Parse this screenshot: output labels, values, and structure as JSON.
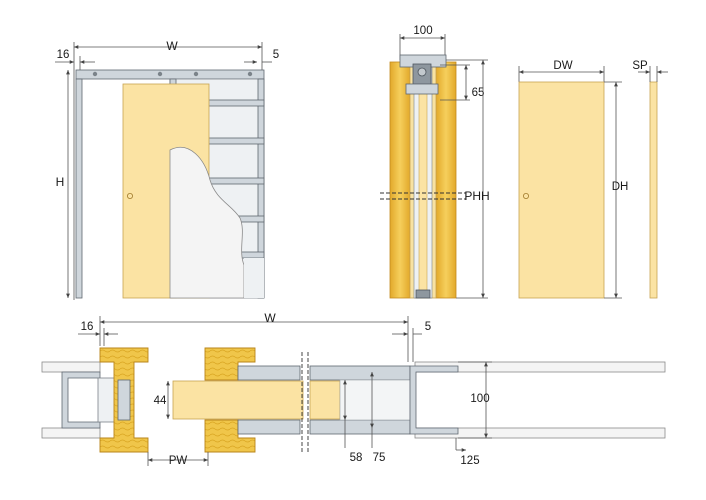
{
  "labels": {
    "front_16": "16",
    "front_w": "W",
    "front_5": "5",
    "front_h": "H",
    "side_100": "100",
    "side_65": "65",
    "side_phh": "PHH",
    "door_dw": "DW",
    "door_sp": "SP",
    "door_dh": "DH",
    "plan_16": "16",
    "plan_w": "W",
    "plan_5": "5",
    "plan_44": "44",
    "plan_100": "100",
    "plan_pw": "PW",
    "plan_58": "58",
    "plan_75": "75",
    "plan_125": "125"
  },
  "colors": {
    "door": "#fbe3a3",
    "wood": "#f0c64a",
    "steel": "#cfd6dc",
    "plaster": "#efefef"
  }
}
